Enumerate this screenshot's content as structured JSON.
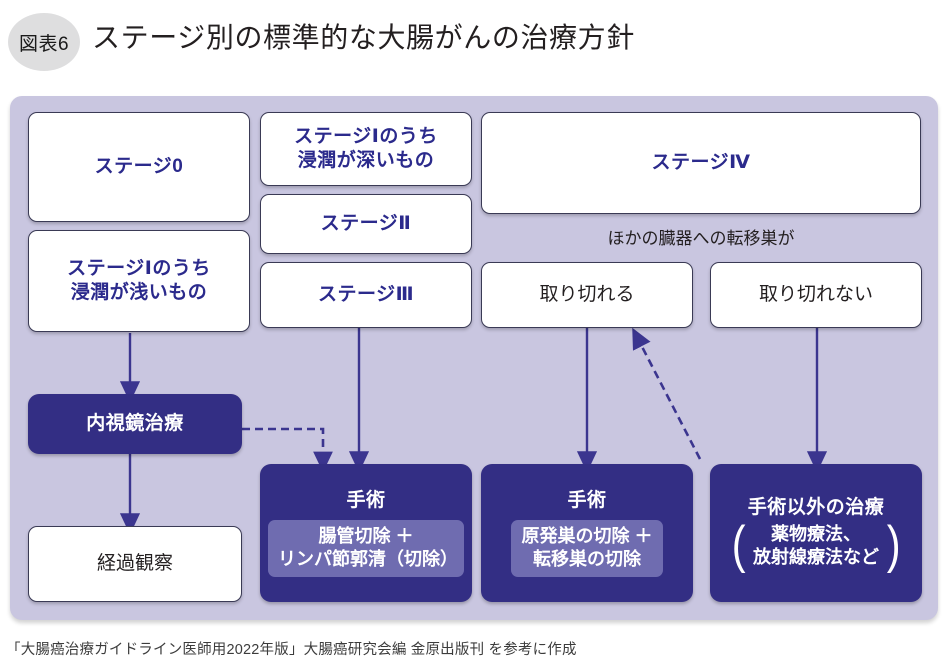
{
  "header": {
    "badge": "図表6",
    "title": "ステージ別の標準的な大腸がんの治療方針"
  },
  "flow": {
    "stage_0": "ステージ0",
    "stage_1_shallow_line1": "ステージⅠのうち",
    "stage_1_shallow_line2": "浸潤が浅いもの",
    "stage_1_deep_line1": "ステージⅠのうち",
    "stage_1_deep_line2": "浸潤が深いもの",
    "stage_2": "ステージⅡ",
    "stage_3": "ステージⅢ",
    "stage_4": "ステージⅣ",
    "metastasis_question": "ほかの臓器への転移巣が",
    "resectable": "取り切れる",
    "unresectable": "取り切れない",
    "endoscopic_treatment": "内視鏡治療",
    "follow_up": "経過観察",
    "surgery_a_title": "手術",
    "surgery_a_detail_line1": "腸管切除 ＋",
    "surgery_a_detail_line2": "リンパ節郭清（切除）",
    "surgery_b_title": "手術",
    "surgery_b_detail_line1": "原発巣の切除 ＋",
    "surgery_b_detail_line2": "転移巣の切除",
    "non_surgery_title": "手術以外の治療",
    "non_surgery_detail_line1": "薬物療法、",
    "non_surgery_detail_line2": "放射線療法など",
    "paren_open": "(",
    "paren_close": ")"
  },
  "footer": {
    "source": "「大腸癌治療ガイドライン医師用2022年版」大腸癌研究会編 金原出版刊 を参考に作成"
  },
  "colors": {
    "panel_bg": "#c9c6e0",
    "dark_box": "#332e84",
    "inner_box": "#6f6cb0",
    "stage_text": "#2b2a8c",
    "arrow": "#3b358f"
  }
}
